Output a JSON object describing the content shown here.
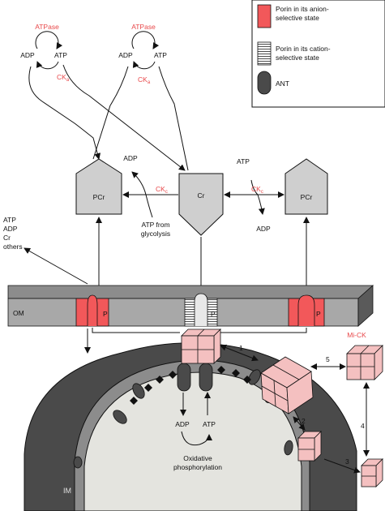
{
  "colors": {
    "red": "#f2585a",
    "dark_gray": "#4a4a4a",
    "mid_gray": "#8c8c8c",
    "light_gray": "#cfcfcf",
    "inner": "#e4e4df",
    "pink": "#f4c0c0",
    "label_red": "#e8484a"
  },
  "legend": {
    "anion": "Porin in its anion-selective state",
    "cation": "Porin in its cation-selective state",
    "ant": "ANT"
  },
  "top_left": {
    "atpase": "ATPase",
    "adp": "ADP",
    "atp": "ATP",
    "ck": "CKa"
  },
  "top_mid": {
    "atpase": "ATPase",
    "adp": "ADP",
    "atp": "ATP",
    "ck": "CKa"
  },
  "pentagons": {
    "left": "PCr",
    "center": "Cr",
    "right": "PCr"
  },
  "mid_left": {
    "adp": "ADP",
    "ck": "CKc",
    "from_line1": "ATP from",
    "from_line2": "glycolysis"
  },
  "mid_right": {
    "atp": "ATP",
    "ck": "CKc",
    "adp": "ADP"
  },
  "others_list": [
    "ATP",
    "ADP",
    "Cr",
    "others"
  ],
  "membrane": {
    "om": "OM",
    "p": "P",
    "im": "IM"
  },
  "bottom": {
    "adp": "ADP",
    "atp": "ATP",
    "ox1": "Oxidative",
    "ox2": "phosphorylation"
  },
  "mick": "Mi-CK",
  "arrows": {
    "n1": "1",
    "n2": "2",
    "n3": "3",
    "n4": "4",
    "n5": "5"
  }
}
